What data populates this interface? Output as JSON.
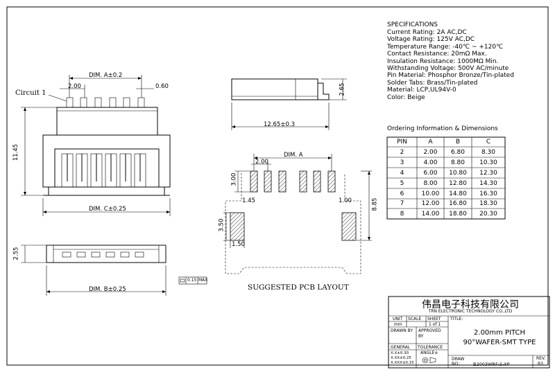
{
  "specifications": {
    "title": "SPECIFICATIONS",
    "lines": [
      "Current Rating: 2A AC,DC",
      "Voltage Rating: 125V AC,DC",
      "Temperature Range: -40℃ ~ +120℃",
      "Contact Resistance: 20mΩ Max.",
      "Insulation Resistance: 1000MΩ Min.",
      "Withstanding Voltage: 500V AC/minute",
      "Pin Material: Phosphor Bronze/Tin-plated",
      "Solder Tabs: Brass/Tin-plated",
      "Material: LCP,UL94V-0",
      "Color: Beige"
    ]
  },
  "ordering": {
    "title": "Ordering Information & Dimensions",
    "headers": [
      "PIN",
      "A",
      "B",
      "C"
    ],
    "rows": [
      [
        "2",
        "2.00",
        "6.80",
        "8.30"
      ],
      [
        "3",
        "4.00",
        "8.80",
        "10.30"
      ],
      [
        "4",
        "6.00",
        "10.80",
        "12.30"
      ],
      [
        "5",
        "8.00",
        "12.80",
        "14.30"
      ],
      [
        "6",
        "10.00",
        "14.80",
        "16.30"
      ],
      [
        "7",
        "12.00",
        "16.80",
        "18.30"
      ],
      [
        "8",
        "14.00",
        "18.80",
        "20.30"
      ]
    ]
  },
  "front_view": {
    "circuit_label": "Circuit 1",
    "dim_a": "DIM. A±0.2",
    "pitch": "2.00",
    "pin_width": "0.60",
    "height": "11.45",
    "dim_c": "DIM. C±0.25"
  },
  "side_view": {
    "height": "2.65",
    "length": "12.65±0.3"
  },
  "bottom_view": {
    "height": "2.55",
    "flatness": "0.15",
    "flatness_max": "MAX",
    "dim_b": "DIM. B±0.25"
  },
  "pcb_layout": {
    "caption": "SUGGESTED PCB LAYOUT",
    "dim_a": "DIM. A",
    "pitch": "2.00",
    "pad_height": "3.00",
    "pad_width": "1.45",
    "gap": "1.00",
    "overall_height": "8.85",
    "tab_height": "3.50",
    "tab_width": "1.50"
  },
  "title_block": {
    "company_cn": "伟昌电子科技有限公司",
    "company_en": "TRN ELECTRONIC TECHNOLOGY CO.,LTD",
    "unit_label": "UNIT",
    "unit_value": "mm",
    "scale_label": "SCALE",
    "sheet_label": "SHEET",
    "sheet_value": "1 of 1",
    "title_label": "TITLE:",
    "title_line1": "2.00mm PITCH",
    "title_line2": "90°WAFER-SMT TYPE",
    "drawn_by": "DRAWN BY",
    "approved_by": "APPROVED BY",
    "general": "GENERAL",
    "tolerance": "TOLERANCE",
    "angle": "ANGLE±",
    "tol1": "X.X±0.30",
    "tol2": "X.XX±0.25",
    "tol3": "X.XXX±0.15",
    "draw_label": "DRAW",
    "no_label": "NO.:",
    "draw_no": "B2003WRF-S-XP",
    "rev_label": "REV.",
    "rev_value": "B3"
  }
}
